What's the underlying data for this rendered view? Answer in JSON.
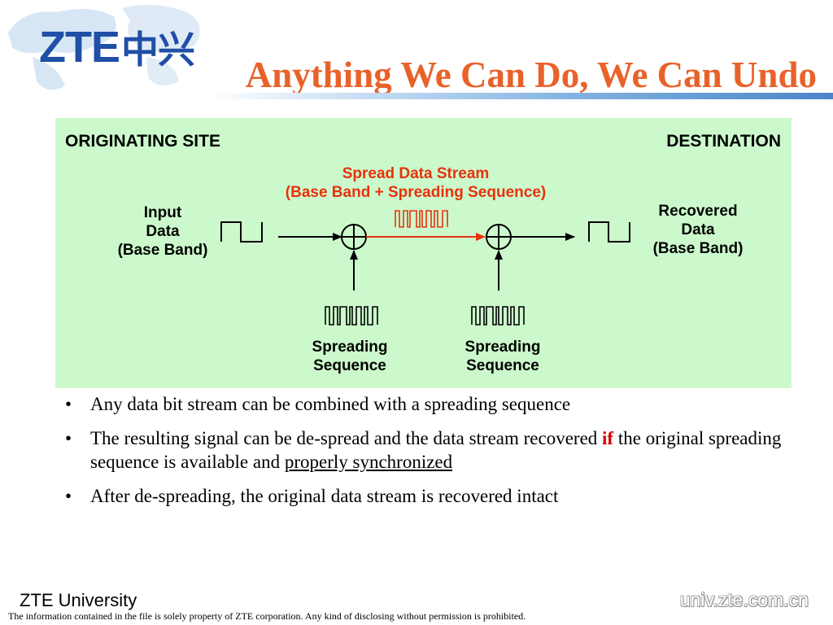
{
  "header": {
    "logo_latin": "ZTE",
    "logo_cn": "中兴",
    "title": "Anything We Can Do, We Can Undo"
  },
  "diagram": {
    "origin_label": "ORIGINATING SITE",
    "destination_label": "DESTINATION",
    "spread_line1": "Spread Data Stream",
    "spread_line2": "(Base Band + Spreading Sequence)",
    "input_line1": "Input",
    "input_line2": "Data",
    "input_line3": "(Base Band)",
    "recovered_line1": "Recovered",
    "recovered_line2": "Data",
    "recovered_line3": "(Base Band)",
    "spreading_left_line1": "Spreading",
    "spreading_left_line2": "Sequence",
    "spreading_right_line1": "Spreading",
    "spreading_right_line2": "Sequence",
    "colors": {
      "panel": "#ccf9cc",
      "spread": "#e8320c"
    }
  },
  "bullets": {
    "b1": "Any data bit stream can be combined with a spreading sequence",
    "b2_pre": "The resulting signal can be de-spread and the data stream recovered ",
    "b2_kw": "if",
    "b2_mid": " the original spreading sequence is available and ",
    "b2_ul": "properly synchronized",
    "b3": "After de-spreading, the original data stream is recovered intact"
  },
  "footer": {
    "university": "ZTE University",
    "url": "univ.zte.com.cn",
    "disclaimer": "The information contained in the file is solely property of ZTE corporation. Any kind of disclosing without permission is prohibited."
  }
}
